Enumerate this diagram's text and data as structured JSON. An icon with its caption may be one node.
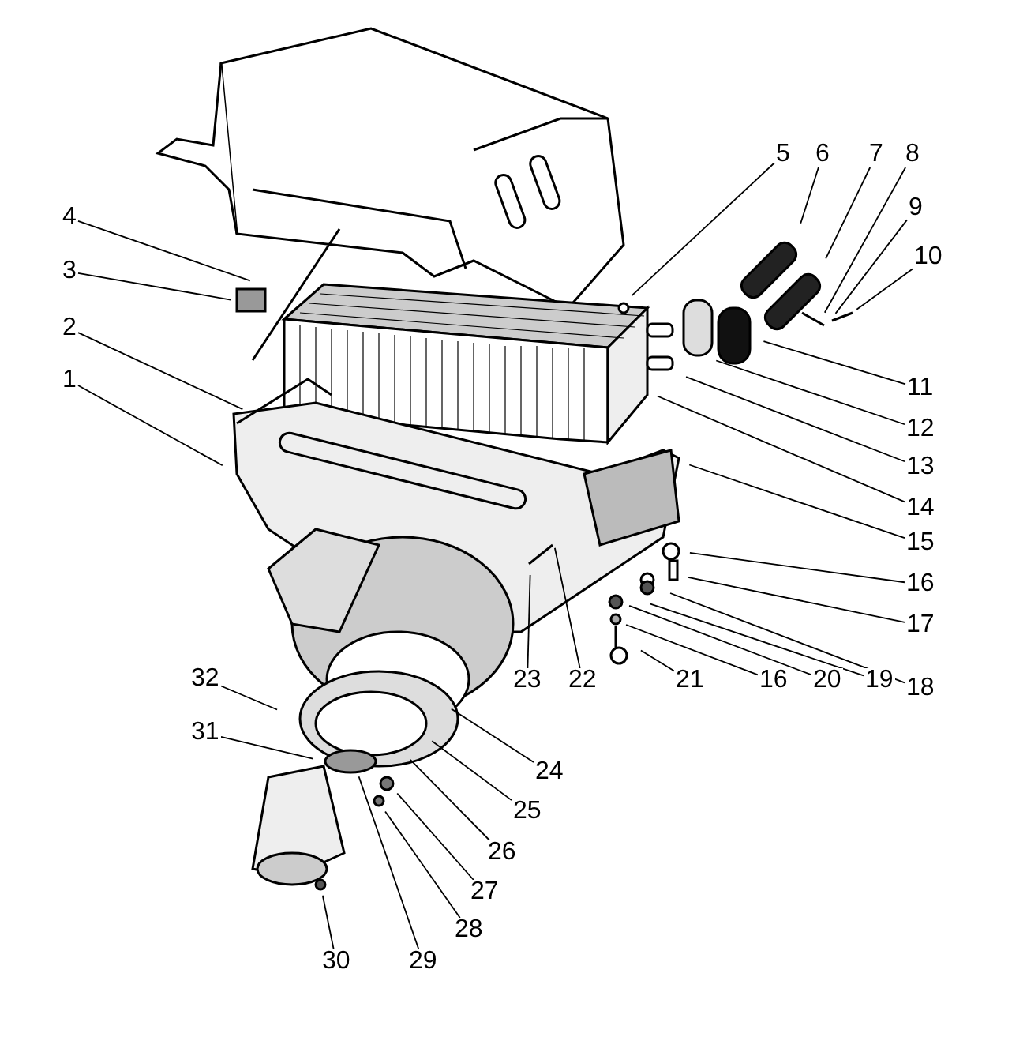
{
  "diagram": {
    "nodes": [
      {
        "text": [
          "1"
        ]
      },
      {
        "text": [
          "2"
        ]
      },
      {
        "text": [
          "3"
        ]
      },
      {
        "text": [
          "4"
        ]
      },
      {
        "text": [
          "5"
        ]
      },
      {
        "text": [
          "6"
        ]
      },
      {
        "text": [
          "7"
        ]
      },
      {
        "text": [
          "8"
        ]
      },
      {
        "text": [
          "9"
        ]
      },
      {
        "text": [
          "10"
        ]
      },
      {
        "text": [
          "11"
        ]
      },
      {
        "text": [
          "12"
        ]
      },
      {
        "text": [
          "13"
        ]
      },
      {
        "text": [
          "14"
        ]
      },
      {
        "text": [
          "15"
        ]
      },
      {
        "text": [
          "16"
        ]
      },
      {
        "text": [
          "17"
        ]
      },
      {
        "text": [
          "18"
        ]
      },
      {
        "text": [
          "19"
        ]
      },
      {
        "text": [
          "20"
        ]
      },
      {
        "text": [
          "21"
        ]
      },
      {
        "text": [
          "22"
        ]
      },
      {
        "text": [
          "23"
        ]
      },
      {
        "text": [
          "24"
        ]
      },
      {
        "text": [
          "25"
        ]
      },
      {
        "text": [
          "26"
        ]
      },
      {
        "text": [
          "27"
        ]
      },
      {
        "text": [
          "28"
        ]
      },
      {
        "text": [
          "29"
        ]
      },
      {
        "text": [
          "30"
        ]
      },
      {
        "text": [
          "31"
        ]
      },
      {
        "text": [
          "32"
        ]
      },
      {
        "text": [
          "16"
        ]
      }
    ],
    "edges": [
      {
        "from": 0,
        "to": null,
        "arrow": "none"
      },
      {
        "from": 1,
        "to": null,
        "arrow": "none"
      },
      {
        "from": 2,
        "to": null,
        "arrow": "none"
      },
      {
        "from": 3,
        "to": null,
        "arrow": "none"
      },
      {
        "from": 4,
        "to": null,
        "arrow": "none"
      },
      {
        "from": 5,
        "to": null,
        "arrow": "none"
      },
      {
        "from": 6,
        "to": null,
        "arrow": "none"
      },
      {
        "from": 7,
        "to": null,
        "arrow": "none"
      },
      {
        "from": 8,
        "to": null,
        "arrow": "none"
      },
      {
        "from": 9,
        "to": null,
        "arrow": "none"
      },
      {
        "from": 10,
        "to": null,
        "arrow": "none"
      },
      {
        "from": 11,
        "to": null,
        "arrow": "none"
      },
      {
        "from": 12,
        "to": null,
        "arrow": "none"
      },
      {
        "from": 13,
        "to": null,
        "arrow": "none"
      },
      {
        "from": 14,
        "to": null,
        "arrow": "none"
      },
      {
        "from": 15,
        "to": null,
        "arrow": "none"
      },
      {
        "from": 16,
        "to": null,
        "arrow": "none"
      },
      {
        "from": 17,
        "to": null,
        "arrow": "none"
      },
      {
        "from": 18,
        "to": null,
        "arrow": "none"
      },
      {
        "from": 19,
        "to": null,
        "arrow": "none"
      },
      {
        "from": 20,
        "to": null,
        "arrow": "none"
      },
      {
        "from": 21,
        "to": null,
        "arrow": "none"
      },
      {
        "from": 22,
        "to": null,
        "arrow": "none"
      },
      {
        "from": 23,
        "to": null,
        "arrow": "none"
      },
      {
        "from": 24,
        "to": null,
        "arrow": "none"
      },
      {
        "from": 25,
        "to": null,
        "arrow": "none"
      },
      {
        "from": 26,
        "to": null,
        "arrow": "none"
      },
      {
        "from": 27,
        "to": null,
        "arrow": "none"
      },
      {
        "from": 28,
        "to": null,
        "arrow": "none"
      },
      {
        "from": 29,
        "to": null,
        "arrow": "none"
      },
      {
        "from": 30,
        "to": null,
        "arrow": "none"
      },
      {
        "from": 31,
        "to": null,
        "arrow": "none"
      },
      {
        "from": 32,
        "to": null,
        "arrow": "none"
      }
    ]
  }
}
